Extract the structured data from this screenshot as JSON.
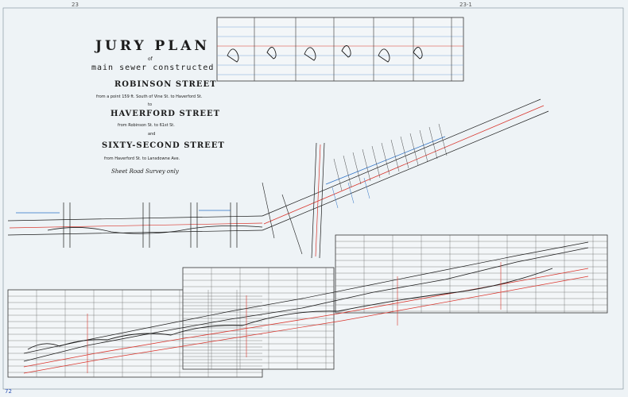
{
  "title": "JURY PLAN",
  "of": "of",
  "line1": "main sewer constructed in",
  "streets": [
    {
      "name": "ROBINSON STREET",
      "from": "from a point 159 ft. South of Vine St. to Haverford St."
    },
    {
      "name": "HAVERFORD STREET",
      "from": "from Robinson St. to 61st St."
    },
    {
      "name": "SIXTY-SECOND STREET",
      "from": "from Haverford St. to Lansdowne Ave."
    }
  ],
  "connector_to": "to",
  "connector_and": "and",
  "note": "Sheet Road Survey only",
  "corner_labels": {
    "left": "23",
    "right": "23-1"
  },
  "stamp": "72",
  "colors": {
    "paper": "#eef3f6",
    "ink": "#1b1b1b",
    "red_line": "#d9342b",
    "blue_line": "#2a6fc4",
    "grid": "#3a3a3a"
  }
}
